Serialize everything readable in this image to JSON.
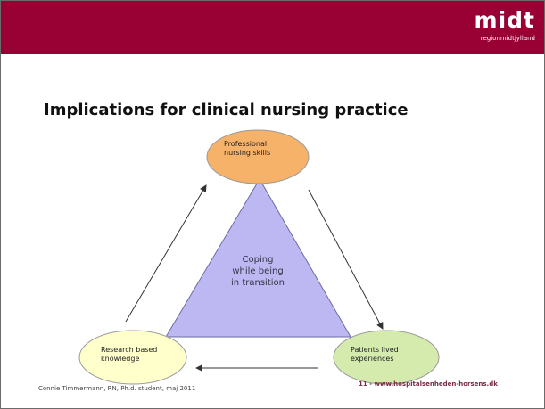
{
  "header": {
    "logo_word": "midt",
    "logo_sub": "regionmidtjylland"
  },
  "title": "Implications for clinical nursing practice",
  "diagram": {
    "center_label": "Coping\nwhile being\nin transition",
    "nodes": {
      "top": "Professional\nnursing skills",
      "bottom_left": "Research based\nknowledge",
      "bottom_right": "Patients lived\nexperiences"
    },
    "colors": {
      "triangle": "#bdb8f2",
      "top_node": "#f7b26a",
      "bottom_left_node": "#ffffcc",
      "bottom_right_node": "#d5eaad",
      "header": "#990033"
    }
  },
  "footer": {
    "author": "Connie Timmermann, RN, Ph.d. student, maj 2011",
    "page_url": "11  -  www.hospitalsenheden-horsens.dk"
  }
}
